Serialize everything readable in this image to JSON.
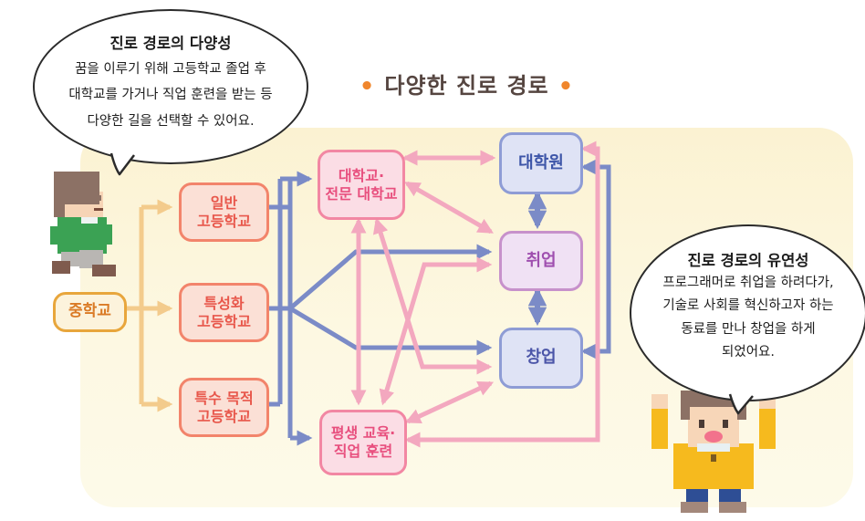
{
  "title": {
    "bullet": "•",
    "text": "다양한 진로 경로"
  },
  "bubble_left": {
    "title": "진로 경로의 다양성",
    "lines": [
      "꿈을 이루기 위해 고등학교 졸업 후",
      "대학교를 가거나 직업 훈련을 받는 등",
      "다양한 길을 선택할 수 있어요."
    ]
  },
  "bubble_right": {
    "title": "진로 경로의 유연성",
    "lines": [
      "프로그래머로 취업을 하려다가,",
      "기술로 사회를 혁신하고자 하는",
      "동료를 만나 창업을 하게",
      "되었어요."
    ]
  },
  "nodes": {
    "middle_school": {
      "label": "중학교"
    },
    "general_high": {
      "label": "일반\n고등학교"
    },
    "specialized_high": {
      "label": "특성화\n고등학교"
    },
    "special_purpose_high": {
      "label": "특수 목적\n고등학교"
    },
    "university": {
      "label": "대학교·\n전문 대학교"
    },
    "grad_school": {
      "label": "대학원"
    },
    "employment": {
      "label": "취업"
    },
    "startup": {
      "label": "창업"
    },
    "lifelong": {
      "label": "평생 교육·\n직업 훈련"
    }
  },
  "edges": [
    {
      "from": "중학교",
      "to": "일반 고등학교",
      "color": "yellow",
      "dir": "one-way"
    },
    {
      "from": "중학교",
      "to": "특성화 고등학교",
      "color": "yellow",
      "dir": "one-way"
    },
    {
      "from": "중학교",
      "to": "특수 목적 고등학교",
      "color": "yellow",
      "dir": "one-way"
    },
    {
      "from": "고등학교",
      "to": "대학교·전문 대학교",
      "color": "blue",
      "dir": "one-way"
    },
    {
      "from": "고등학교",
      "to": "취업",
      "color": "blue",
      "dir": "one-way"
    },
    {
      "from": "고등학교",
      "to": "창업",
      "color": "blue",
      "dir": "one-way"
    },
    {
      "from": "고등학교",
      "to": "평생 교육·직업 훈련",
      "color": "blue",
      "dir": "one-way"
    },
    {
      "from": "대학원",
      "to": "취업",
      "color": "blue",
      "dir": "two-way"
    },
    {
      "from": "취업",
      "to": "창업",
      "color": "blue",
      "dir": "two-way"
    },
    {
      "from": "대학원",
      "to": "창업",
      "color": "blue",
      "dir": "two-way"
    },
    {
      "from": "대학교·전문 대학교",
      "to": "대학원",
      "color": "pink",
      "dir": "two-way"
    },
    {
      "from": "대학교·전문 대학교",
      "to": "취업",
      "color": "pink",
      "dir": "two-way"
    },
    {
      "from": "대학교·전문 대학교",
      "to": "창업",
      "color": "pink",
      "dir": "two-way"
    },
    {
      "from": "대학교·전문 대학교",
      "to": "평생 교육·직업 훈련",
      "color": "pink",
      "dir": "two-way"
    },
    {
      "from": "취업",
      "to": "평생 교육·직업 훈련",
      "color": "pink",
      "dir": "two-way"
    },
    {
      "from": "창업",
      "to": "평생 교육·직업 훈련",
      "color": "pink",
      "dir": "two-way"
    },
    {
      "from": "대학원",
      "to": "평생 교육·직업 훈련",
      "color": "pink",
      "dir": "two-way"
    }
  ],
  "colors": {
    "panel_bg": "#fdf8e2",
    "yellow_arrow": "#f3cb8c",
    "blue_arrow": "#7b8bc7",
    "pink_arrow": "#f3a8bf",
    "title_bullet": "#f0862c",
    "title_text": "#554540"
  }
}
